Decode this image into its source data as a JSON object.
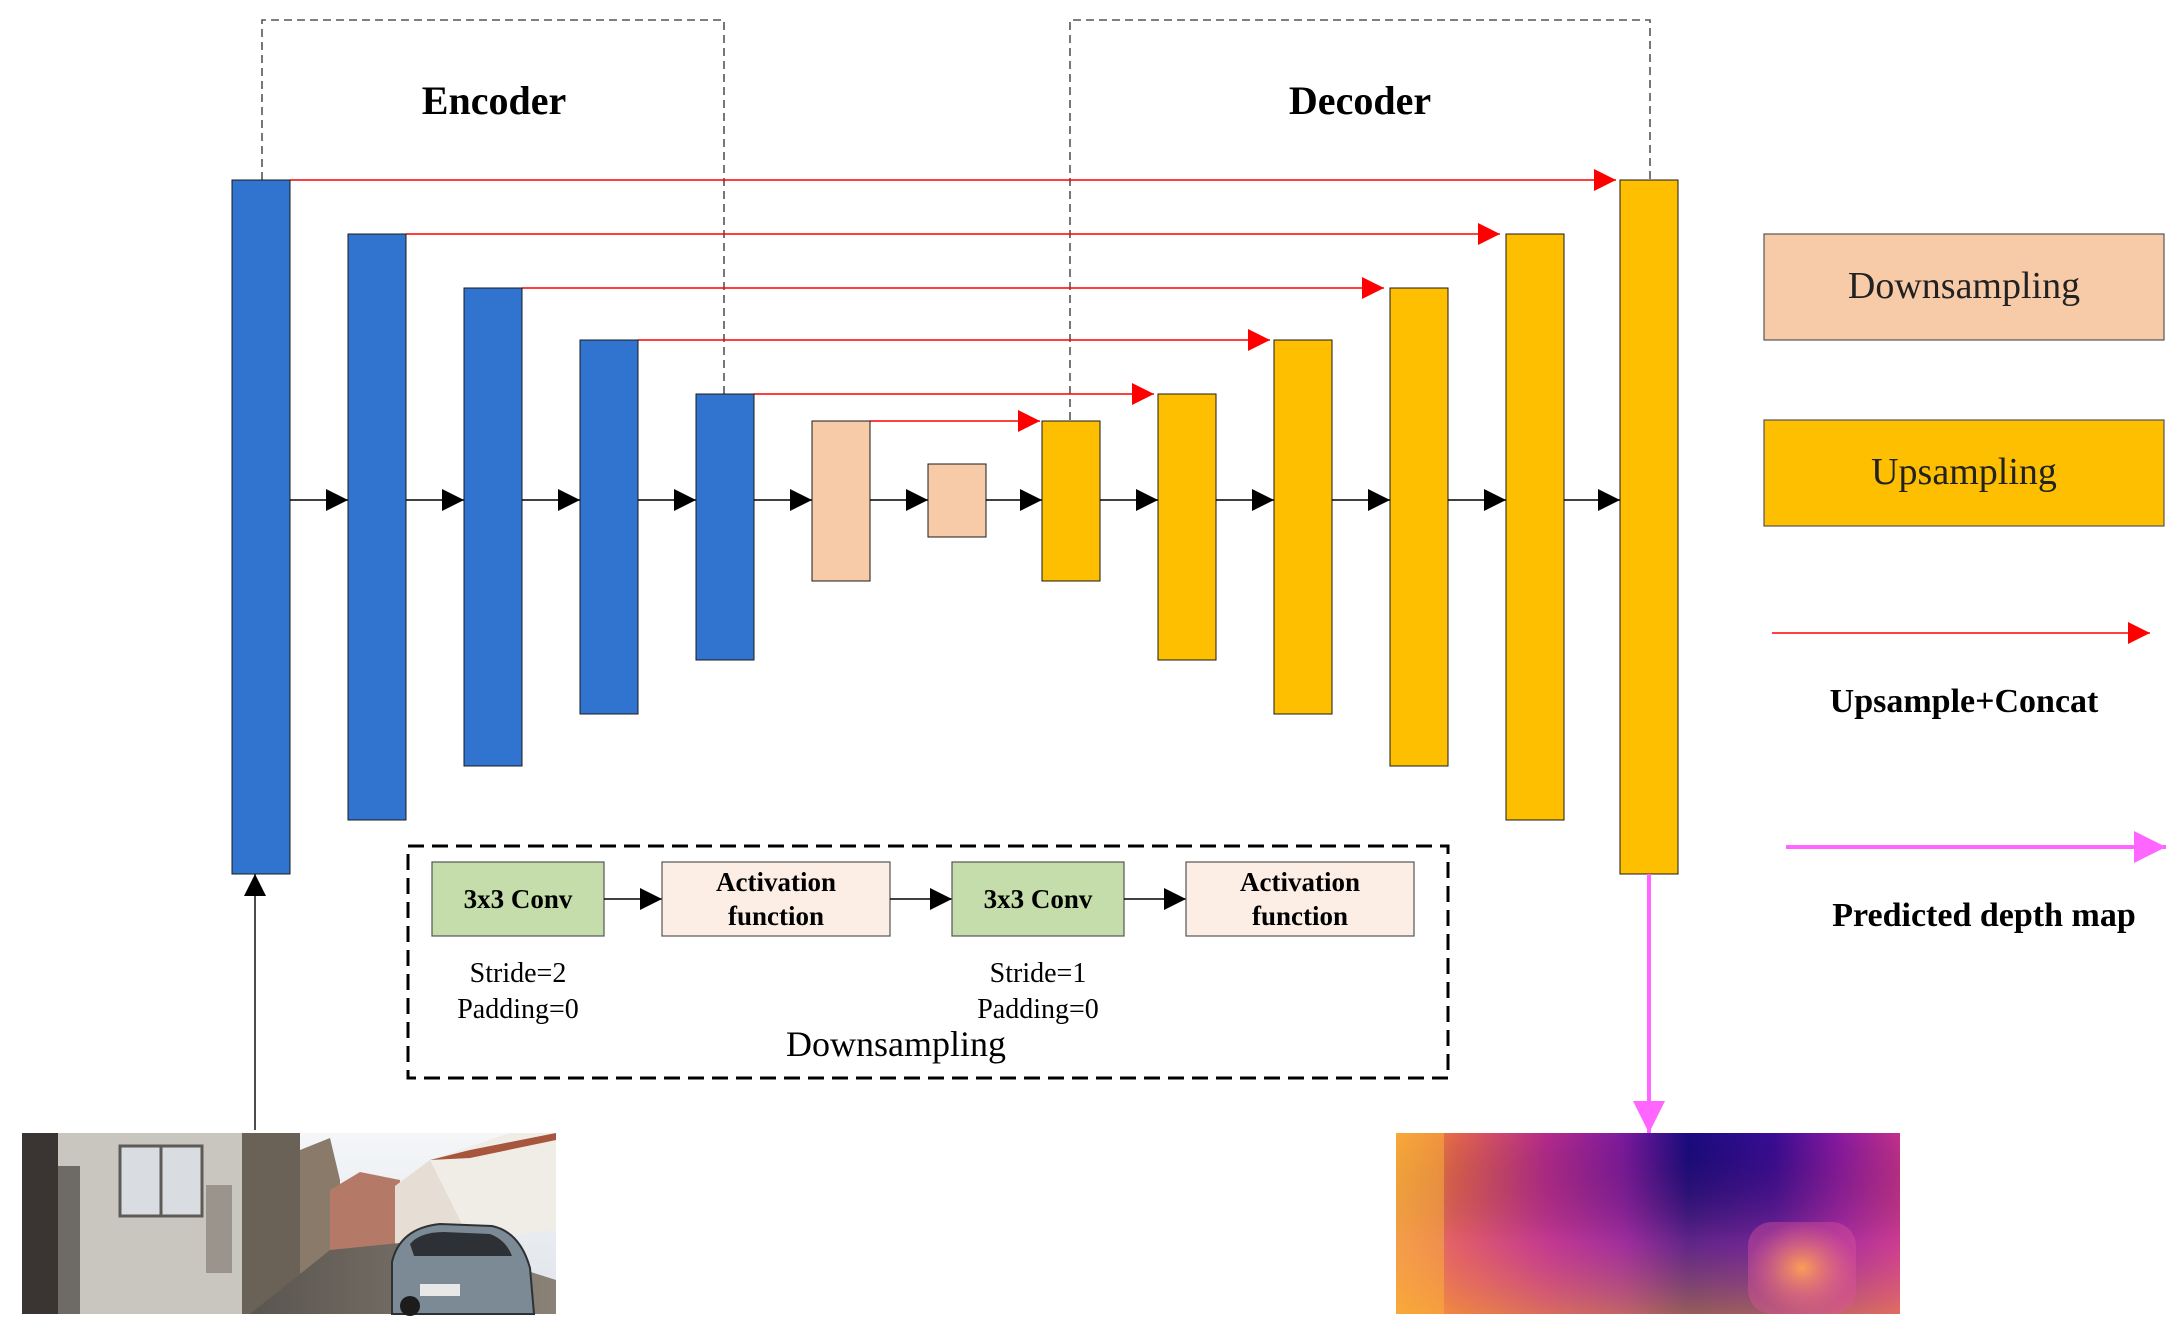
{
  "titles": {
    "encoder": "Encoder",
    "decoder": "Decoder"
  },
  "legend": {
    "downsampling": "Downsampling",
    "upsampling": "Upsampling",
    "upsample_concat": "Upsample+Concat",
    "predicted_depth": "Predicted depth map"
  },
  "detail": {
    "caption": "Downsampling",
    "conv1": "3x3 Conv",
    "act1_line1": "Activation",
    "act1_line2": "function",
    "conv2": "3x3 Conv",
    "act2_line1": "Activation",
    "act2_line2": "function",
    "conv1_stride": "Stride=2",
    "conv1_padding": "Padding=0",
    "conv2_stride": "Stride=1",
    "conv2_padding": "Padding=0"
  },
  "colors": {
    "encoder": "#3174D0",
    "downsampling": "#F8CBA8",
    "upsampling": "#FEBF00",
    "skip_arrow": "#FF0000",
    "depth_arrow": "#FF66FF",
    "conv_block": "#C5DDAA",
    "activation_block": "#FDEEE5"
  },
  "images": {
    "input": "street-scene-photo",
    "output": "depth-map-image"
  }
}
